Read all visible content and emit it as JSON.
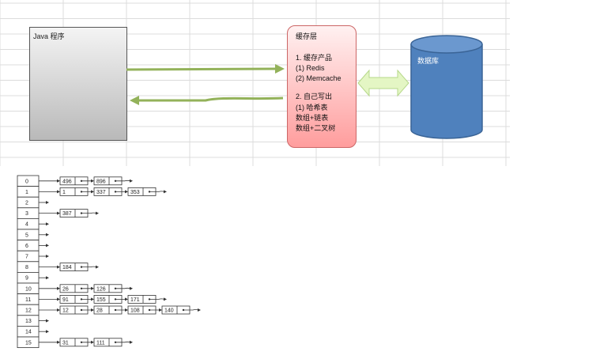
{
  "cache_diagram": {
    "java_box_label": "Java 程序",
    "cache_title": "缓存层",
    "cache_lines": [
      "1. 缓存产品",
      "(1) Redis",
      "(2) Memcache",
      "",
      "2. 自己写出",
      "(1) 哈希表",
      "数组+链表",
      "数组+二叉树"
    ],
    "db_label": "数据库",
    "colors": {
      "arrow": "#93b25a",
      "double_arrow": "#e4f6c4",
      "db": "#4f81bd",
      "cache_fill": "#ff9d9d"
    }
  },
  "hash_table": {
    "buckets": [
      {
        "index": "0",
        "chain": [
          "496",
          "896"
        ]
      },
      {
        "index": "1",
        "chain": [
          "1",
          "337",
          "353"
        ]
      },
      {
        "index": "2",
        "chain": []
      },
      {
        "index": "3",
        "chain": [
          "387"
        ]
      },
      {
        "index": "4",
        "chain": []
      },
      {
        "index": "5",
        "chain": []
      },
      {
        "index": "6",
        "chain": []
      },
      {
        "index": "7",
        "chain": []
      },
      {
        "index": "8",
        "chain": [
          "184"
        ]
      },
      {
        "index": "9",
        "chain": []
      },
      {
        "index": "10",
        "chain": [
          "26",
          "126"
        ]
      },
      {
        "index": "11",
        "chain": [
          "91",
          "155",
          "171"
        ]
      },
      {
        "index": "12",
        "chain": [
          "12",
          "28",
          "108",
          "140"
        ]
      },
      {
        "index": "13",
        "chain": []
      },
      {
        "index": "14",
        "chain": []
      },
      {
        "index": "15",
        "chain": [
          "31",
          "111"
        ]
      }
    ]
  }
}
